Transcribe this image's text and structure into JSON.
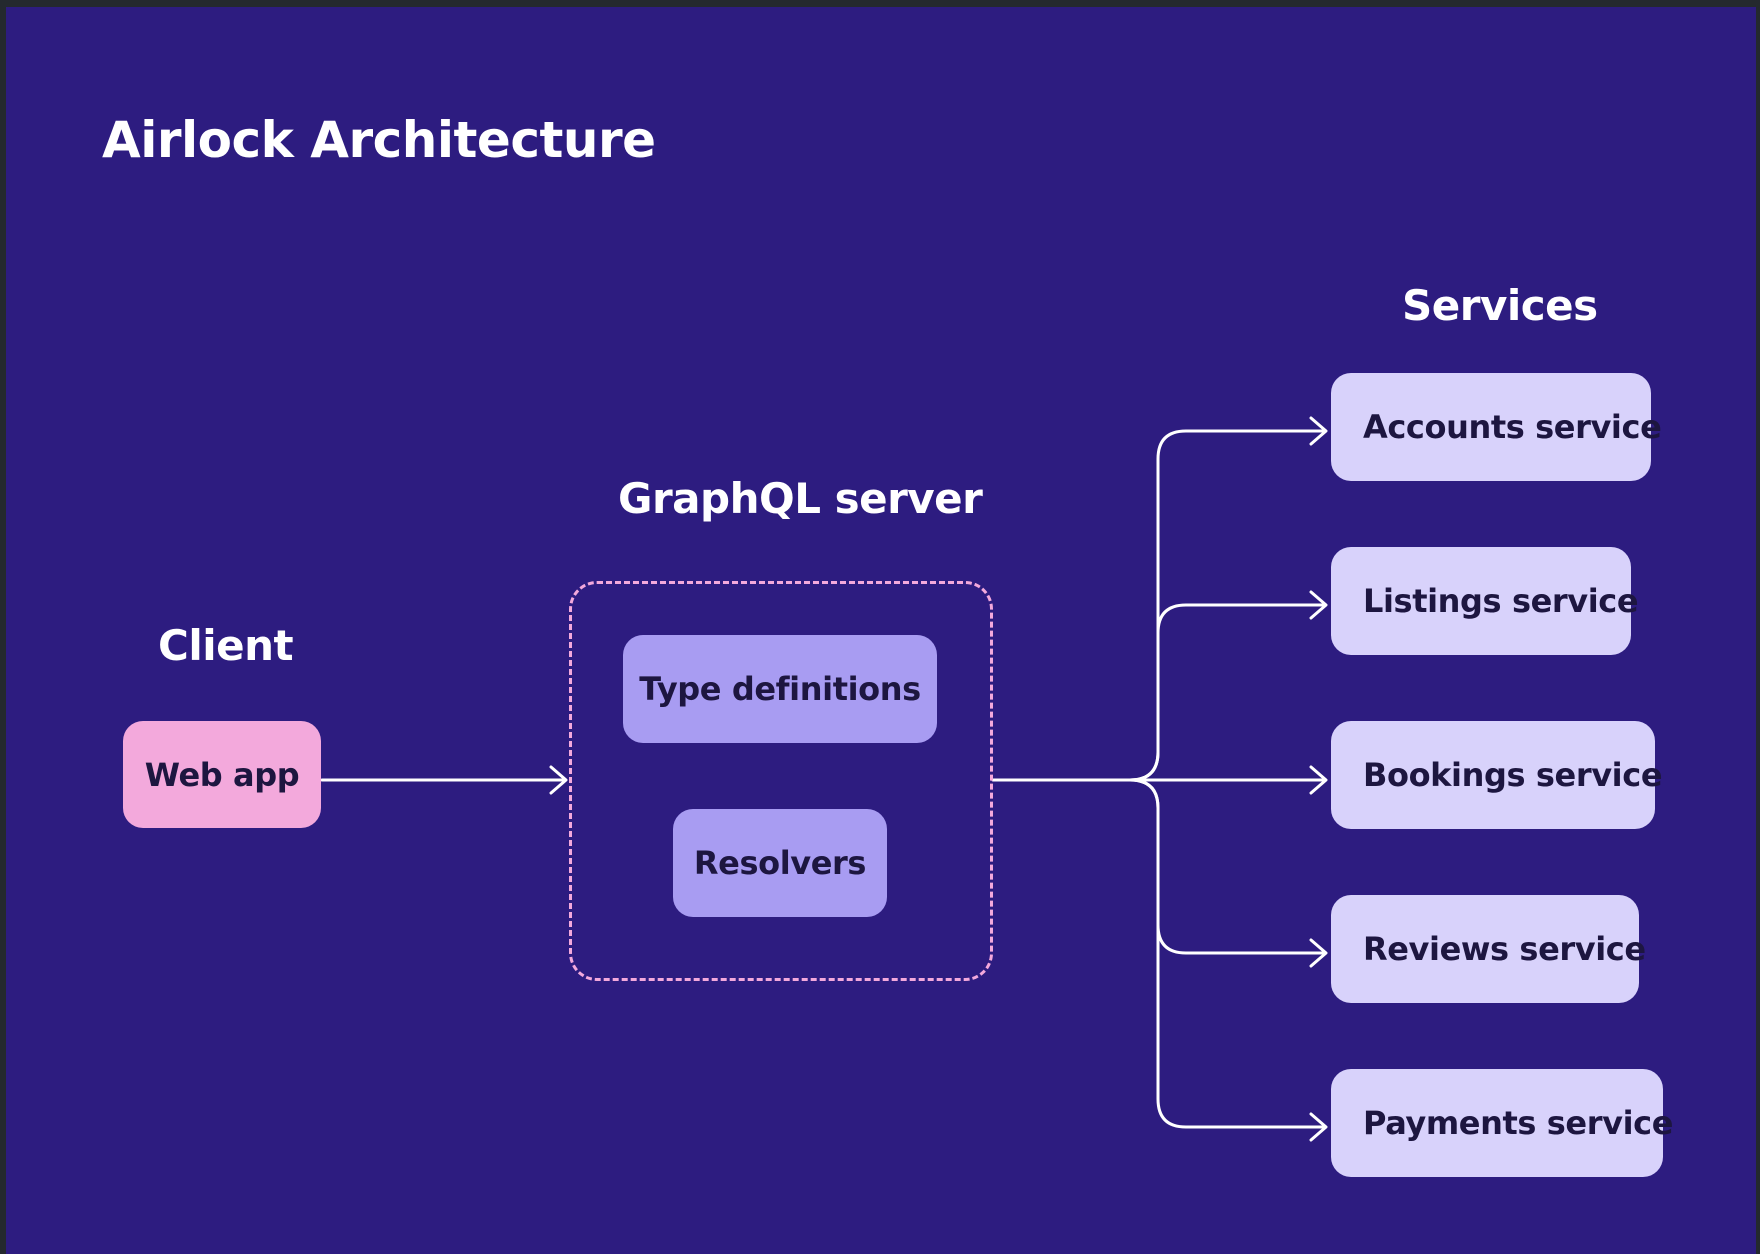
{
  "title": "Airlock Architecture",
  "client": {
    "heading": "Client",
    "node": "Web app"
  },
  "graphql_server": {
    "heading": "GraphQL server",
    "nodes": [
      "Type definitions",
      "Resolvers"
    ]
  },
  "services": {
    "heading": "Services",
    "nodes": [
      "Accounts service",
      "Listings service",
      "Bookings service",
      "Reviews service",
      "Payments service"
    ]
  },
  "colors": {
    "background": "#2d1c80",
    "client_node": "#f3a9dc",
    "server_node": "#a89cf2",
    "service_node": "#d8d2fb",
    "server_frame_dashed": "#f3a9dc",
    "connector": "#ffffff",
    "heading_text": "#ffffff",
    "node_text": "#1d1640"
  },
  "edges": [
    {
      "from": "Web app",
      "to": "GraphQL server"
    },
    {
      "from": "GraphQL server",
      "to": "Accounts service"
    },
    {
      "from": "GraphQL server",
      "to": "Listings service"
    },
    {
      "from": "GraphQL server",
      "to": "Bookings service"
    },
    {
      "from": "GraphQL server",
      "to": "Reviews service"
    },
    {
      "from": "GraphQL server",
      "to": "Payments service"
    }
  ]
}
